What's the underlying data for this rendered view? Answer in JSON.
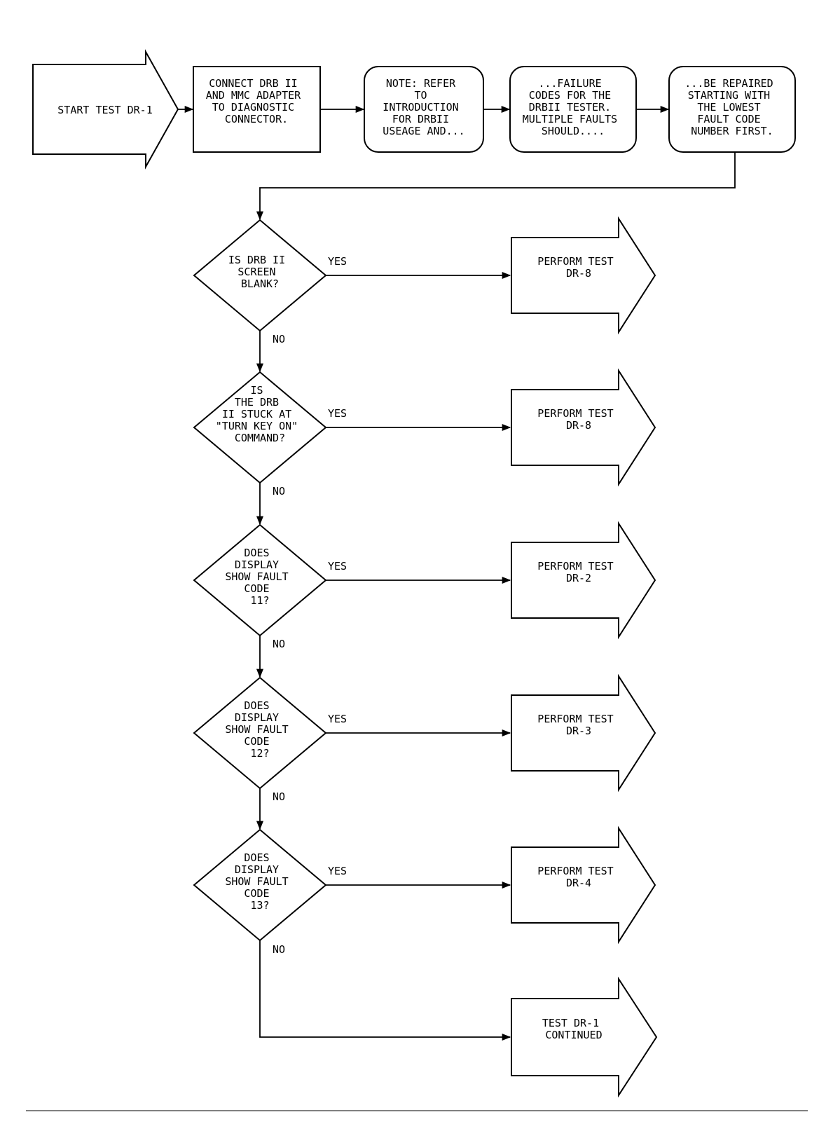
{
  "start_arrow": {
    "lines": [
      "START TEST DR-1"
    ]
  },
  "top_row": [
    {
      "kind": "rect",
      "lines": [
        "CONNECT DRB II",
        "AND MMC ADAPTER",
        "TO DIAGNOSTIC",
        "CONNECTOR."
      ]
    },
    {
      "kind": "note",
      "lines": [
        "NOTE: REFER",
        "TO",
        "INTRODUCTION",
        "FOR DRBII",
        "USEAGE AND..."
      ]
    },
    {
      "kind": "note",
      "lines": [
        "...FAILURE",
        "CODES FOR THE",
        "DRBII TESTER.",
        "MULTIPLE FAULTS",
        "SHOULD...."
      ]
    },
    {
      "kind": "note",
      "lines": [
        "...BE REPAIRED",
        "STARTING WITH",
        "THE LOWEST",
        "FAULT CODE",
        "NUMBER FIRST."
      ]
    }
  ],
  "decisions": [
    {
      "lines": [
        "IS DRB II",
        "SCREEN",
        "BLANK?"
      ],
      "yes_label": "YES",
      "no_label": "NO",
      "action": [
        "PERFORM TEST",
        "DR-8"
      ]
    },
    {
      "lines": [
        "IS",
        "THE DRB",
        "II STUCK AT",
        "\"TURN KEY ON\"",
        "COMMAND?"
      ],
      "yes_label": "YES",
      "no_label": "NO",
      "action": [
        "PERFORM TEST",
        "DR-8"
      ]
    },
    {
      "lines": [
        "DOES",
        "DISPLAY",
        "SHOW FAULT",
        "CODE",
        "11?"
      ],
      "yes_label": "YES",
      "no_label": "NO",
      "action": [
        "PERFORM TEST",
        "DR-2"
      ]
    },
    {
      "lines": [
        "DOES",
        "DISPLAY",
        "SHOW FAULT",
        "CODE",
        "12?"
      ],
      "yes_label": "YES",
      "no_label": "NO",
      "action": [
        "PERFORM TEST",
        "DR-3"
      ]
    },
    {
      "lines": [
        "DOES",
        "DISPLAY",
        "SHOW FAULT",
        "CODE",
        "13?"
      ],
      "yes_label": "YES",
      "no_label": "NO",
      "action": [
        "PERFORM TEST",
        "DR-4"
      ]
    }
  ],
  "continued": {
    "lines": [
      "TEST DR-1",
      "CONTINUED"
    ]
  }
}
